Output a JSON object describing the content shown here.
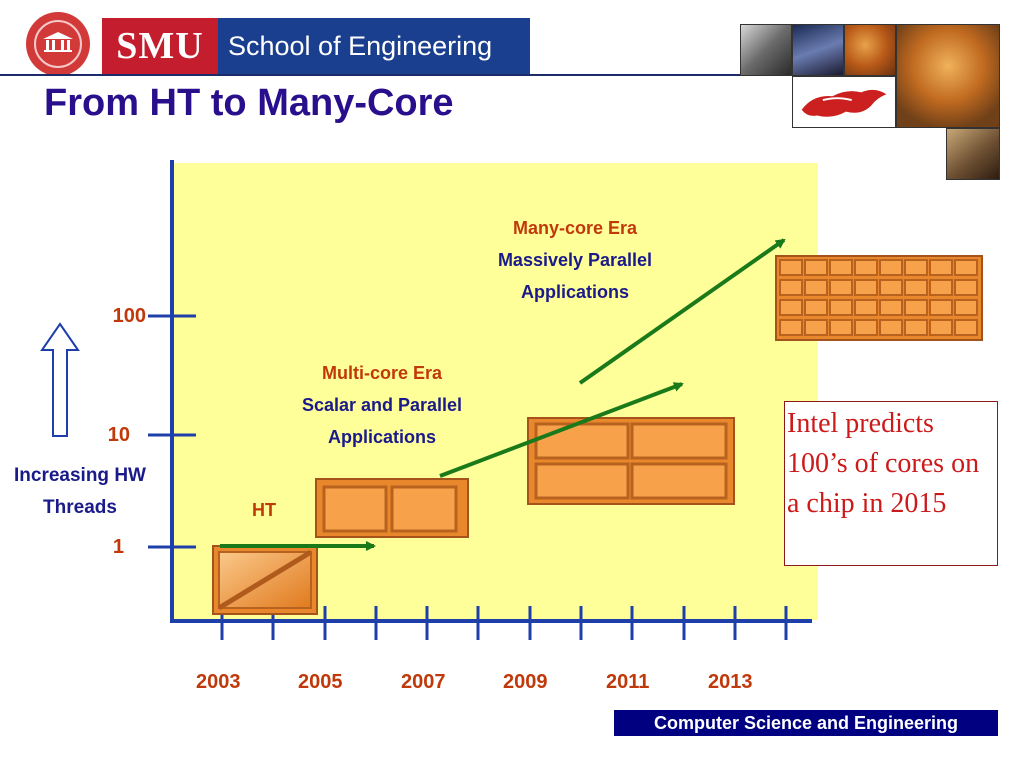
{
  "header": {
    "brand": "SMU",
    "school": "School of Engineering",
    "title": "From HT to Many-Core"
  },
  "chart": {
    "y_axis_title_line1": "Increasing HW",
    "y_axis_title_line2": "Threads",
    "y_ticks": [
      "1",
      "10",
      "100"
    ],
    "x_ticks": [
      "2003",
      "2005",
      "2007",
      "2009",
      "2011",
      "2013"
    ]
  },
  "eras": {
    "ht": "HT",
    "multi_core": {
      "title": "Multi-core Era",
      "line2": "Scalar and Parallel",
      "line3": "Applications"
    },
    "many_core": {
      "title": "Many-core Era",
      "line2": "Massively Parallel",
      "line3": "Applications"
    }
  },
  "note": "Intel predicts 100’s of cores on a chip in 2015",
  "footer": "Computer Science and Engineering",
  "colors": {
    "title": "#2a0f8c",
    "axis": "#1e3faa",
    "plot_background": "#ffff99",
    "label_red": "#c0390b",
    "core_orange": "#f29a3b",
    "arrow_green": "#1a7a1a",
    "footer_bg": "#000080"
  },
  "icons": [
    "smu-seal-icon",
    "up-arrow-icon",
    "core-chip-icon",
    "growth-arrow-icon"
  ]
}
